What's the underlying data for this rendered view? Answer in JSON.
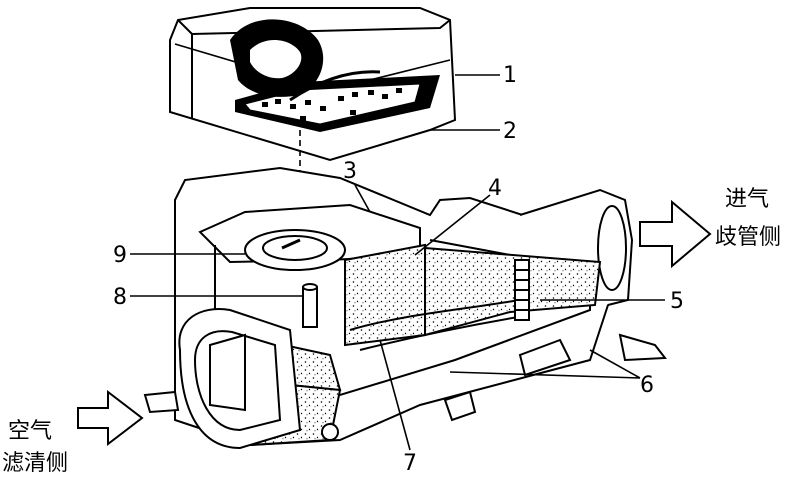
{
  "labels": {
    "n1": "1",
    "n2": "2",
    "n3": "3",
    "n4": "4",
    "n5": "5",
    "n6": "6",
    "n7": "7",
    "n8": "8",
    "n9": "9"
  },
  "sides": {
    "intake_line1": "进气",
    "intake_line2": "歧管侧",
    "filter_line1": "空气",
    "filter_line2": "滤清侧"
  }
}
